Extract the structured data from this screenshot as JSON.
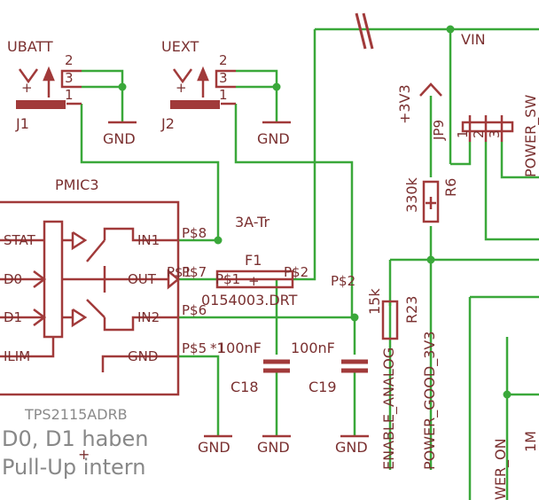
{
  "schematic": {
    "colors": {
      "wire": "#3aa83a",
      "part": "#a13a3a",
      "text": "#7a3030",
      "note": "#888888"
    },
    "connectors": {
      "j1": {
        "name": "UBATT",
        "ref": "J1",
        "pins": [
          "2",
          "3",
          "1"
        ],
        "plus": "+",
        "gnd": "GND"
      },
      "j2": {
        "name": "UEXT",
        "ref": "J2",
        "pins": [
          "2",
          "3",
          "1"
        ],
        "plus": "+",
        "gnd": "GND"
      }
    },
    "pmic": {
      "name": "PMIC3",
      "part": "TPS2115ADRB",
      "left_pins": [
        "STAT",
        "D0",
        "D1",
        "ILIM"
      ],
      "right_pins": [
        "IN1",
        "OUT",
        "IN2",
        "GND"
      ],
      "pads": [
        "P$8",
        "P$1",
        "P$7",
        "P$6",
        "P$5"
      ]
    },
    "fuse": {
      "ref": "F1",
      "rating": "3A-Tr",
      "part": "0154003.DRT",
      "pad_left": "P$1",
      "pad_right": "P$2",
      "plus": "+"
    },
    "pad_p2": "P$2",
    "caps": {
      "c18": {
        "ref": "C18",
        "value": "100nF",
        "pad": "*1"
      },
      "c19": {
        "ref": "C19",
        "value": "100nF"
      }
    },
    "resistors": {
      "r6": {
        "ref": "R6",
        "value": "330k"
      },
      "r23": {
        "ref": "R23",
        "value": "15k"
      }
    },
    "nets": {
      "vin": "VIN",
      "v3v3": "+3V3",
      "enable": "ENABLE_ANALOG",
      "power_good": "POWER_GOOD_3V3",
      "power_on": "WER_ON",
      "power_sw": "POWER_SW",
      "m1": "1M"
    },
    "jumper": {
      "ref": "JP9",
      "pins": [
        "1",
        "2",
        "3"
      ]
    },
    "gnd_labels": [
      "GND",
      "GND",
      "GND",
      "GND",
      "GND"
    ],
    "note": [
      "D0, D1 haben",
      "Pull-Up intern"
    ],
    "note_plus": "+"
  }
}
